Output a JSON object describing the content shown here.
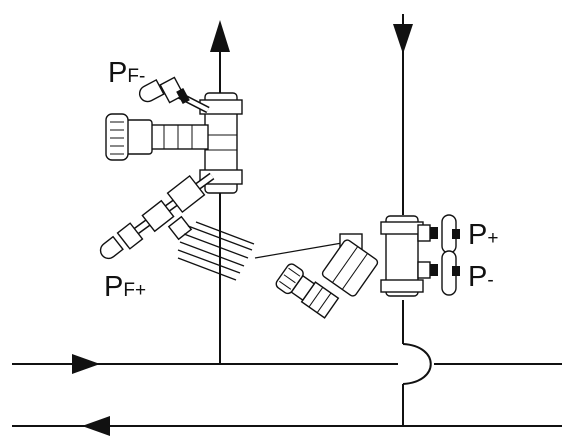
{
  "labels": {
    "pf_minus": {
      "main": "P",
      "sub": "F-"
    },
    "pf_plus": {
      "main": "P",
      "sub": "F+"
    },
    "p_plus": {
      "main": "P",
      "sub": "+"
    },
    "p_minus": {
      "main": "P",
      "sub": "-"
    }
  },
  "flow": {
    "supply_riser": "up",
    "return_riser": "down",
    "upper_main": "right",
    "lower_main": "left"
  }
}
